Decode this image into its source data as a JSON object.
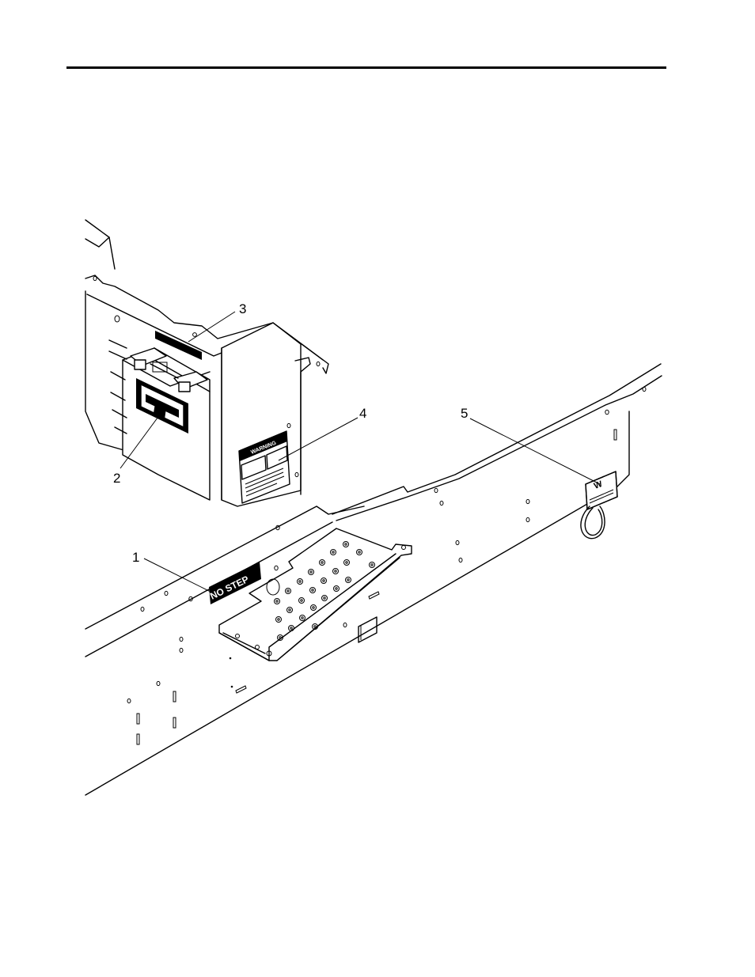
{
  "callouts": [
    {
      "number": "1"
    },
    {
      "number": "2"
    },
    {
      "number": "3"
    },
    {
      "number": "4"
    },
    {
      "number": "5"
    }
  ],
  "decals": {
    "no_step": "NO STEP",
    "warning": "WARNING"
  }
}
